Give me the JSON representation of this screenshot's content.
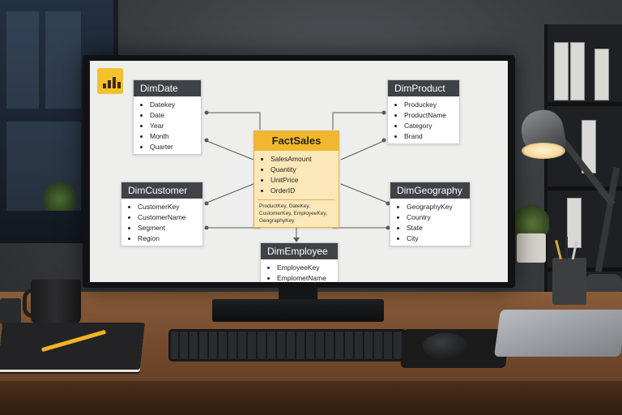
{
  "diagram": {
    "fact": {
      "title": "FactSales",
      "fields": [
        "SalesAmount",
        "Quantity",
        "UnitPrice",
        "OrderID"
      ],
      "keys": "ProductKey, DateKey, CustomerKey, EmployeeKey, GeographyKey"
    },
    "dim_date": {
      "title": "DimDate",
      "fields": [
        "Datekey",
        "Date",
        "Year",
        "Month",
        "Quarter"
      ]
    },
    "dim_product": {
      "title": "DimProduct",
      "fields": [
        "Produckey",
        "ProductName",
        "Category",
        "Brand"
      ]
    },
    "dim_customer": {
      "title": "DimCustomer",
      "fields": [
        "CustomerKey",
        "CustomerName",
        "Segment",
        "Region"
      ]
    },
    "dim_geography": {
      "title": "DimGeography",
      "fields": [
        "GeographyKey",
        "Country",
        "State",
        "City"
      ]
    },
    "dim_employee": {
      "title": "DimEmployee",
      "fields": [
        "EmployeeKey",
        "EmplometName"
      ]
    }
  },
  "colors": {
    "fact_header": "#f0b72f",
    "fact_body": "#fbe7b8",
    "dim_header": "#3f4247",
    "logo": "#f2c12e"
  },
  "icons": {
    "logo": "bar-chart-icon"
  }
}
